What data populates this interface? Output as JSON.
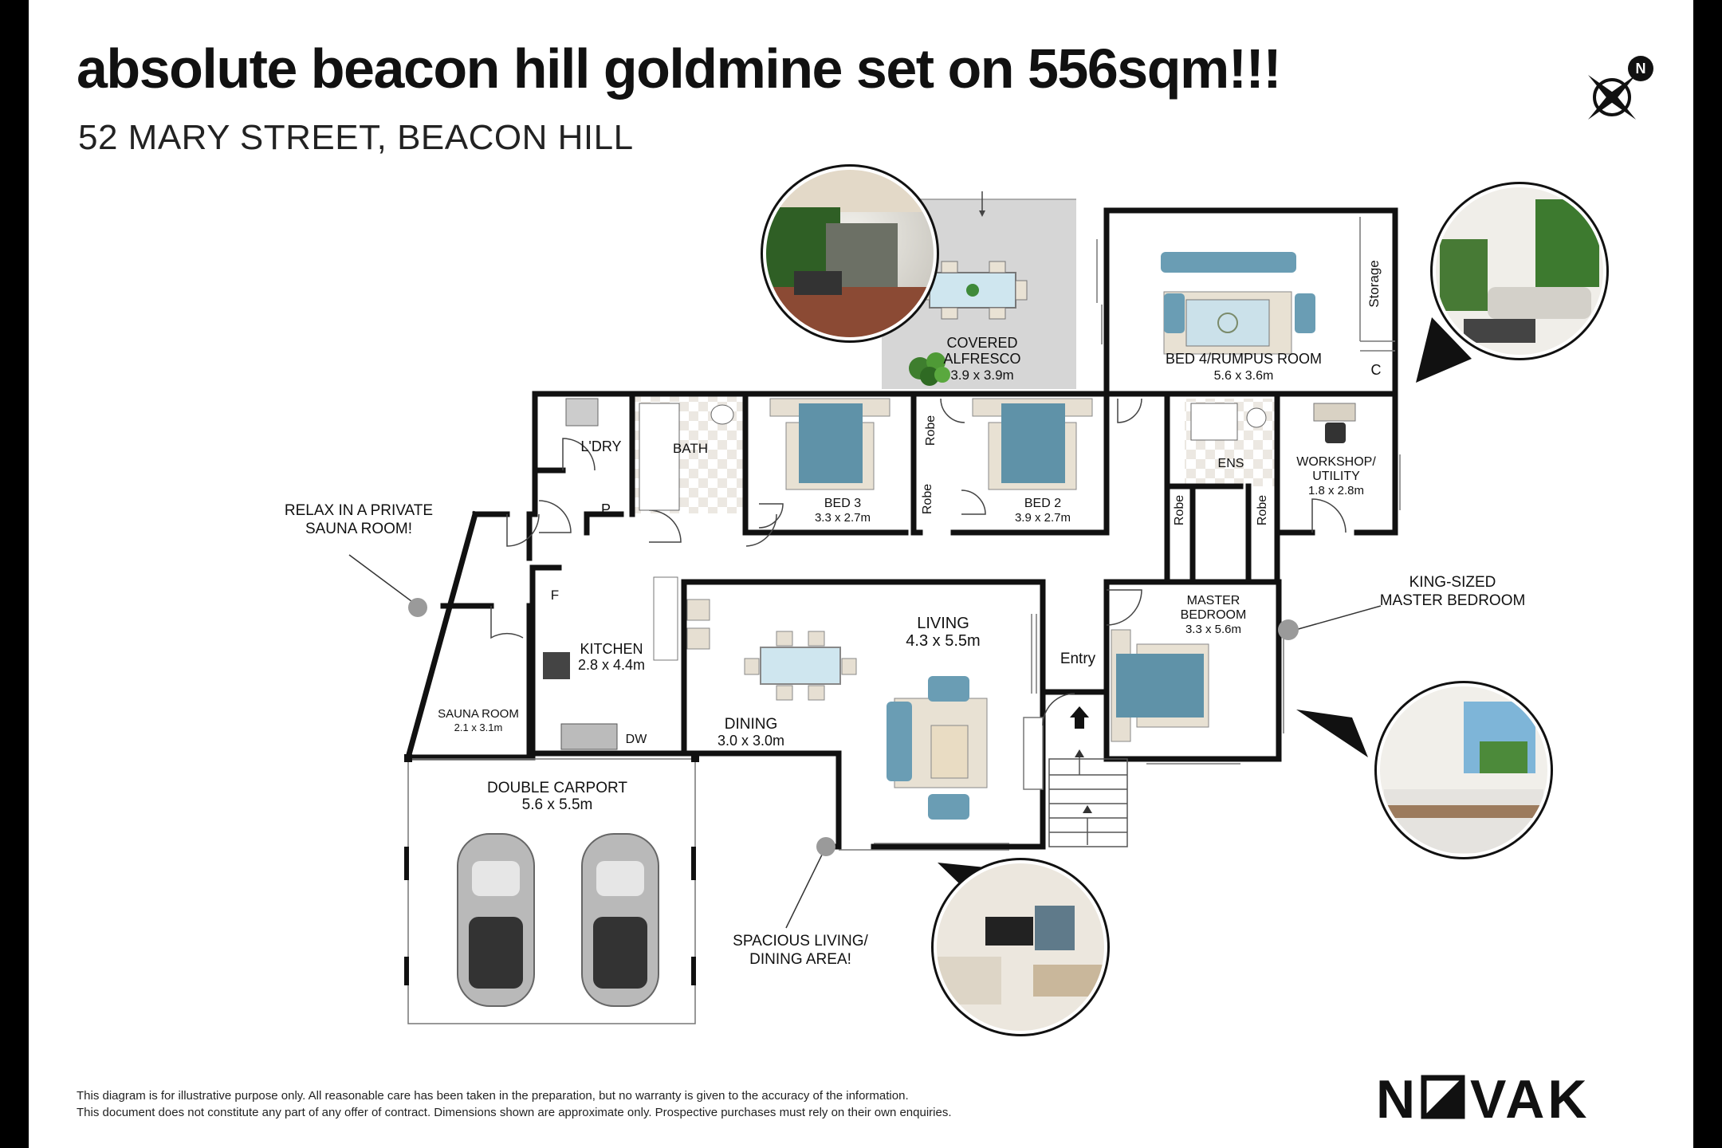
{
  "header": {
    "title": "absolute beacon hill goldmine set on 556sqm!!!",
    "address": "52 MARY STREET, BEACON HILL"
  },
  "compass": {
    "label": "N"
  },
  "rooms": [
    {
      "key": "alfresco",
      "name": "COVERED\nALFRESCO",
      "size": "3.9 x 3.9m"
    },
    {
      "key": "bed4",
      "name": "BED 4/RUMPUS ROOM",
      "size": "5.6 x 3.6m"
    },
    {
      "key": "storage",
      "name": "Storage"
    },
    {
      "key": "cupboard",
      "name": "C"
    },
    {
      "key": "laundry",
      "name": "L'DRY"
    },
    {
      "key": "bath",
      "name": "BATH"
    },
    {
      "key": "bed3",
      "name": "BED 3",
      "size": "3.3 x 2.7m"
    },
    {
      "key": "bed2",
      "name": "BED 2",
      "size": "3.9 x 2.7m"
    },
    {
      "key": "robe1",
      "name": "Robe"
    },
    {
      "key": "robe2",
      "name": "Robe"
    },
    {
      "key": "robe3",
      "name": "Robe"
    },
    {
      "key": "robe4",
      "name": "Robe"
    },
    {
      "key": "pantry",
      "name": "P"
    },
    {
      "key": "ensuite",
      "name": "ENS"
    },
    {
      "key": "workshop",
      "name": "WORKSHOP/\nUTILITY",
      "size": "1.8 x 2.8m"
    },
    {
      "key": "fridge",
      "name": "F"
    },
    {
      "key": "kitchen",
      "name": "KITCHEN",
      "size": "2.8 x 4.4m"
    },
    {
      "key": "dw",
      "name": "DW"
    },
    {
      "key": "living",
      "name": "LIVING",
      "size": "4.3 x 5.5m"
    },
    {
      "key": "dining",
      "name": "DINING",
      "size": "3.0 x 3.0m"
    },
    {
      "key": "entry",
      "name": "Entry"
    },
    {
      "key": "master",
      "name": "MASTER\nBEDROOM",
      "size": "3.3 x 5.6m"
    },
    {
      "key": "sauna",
      "name": "SAUNA ROOM",
      "size": "2.1 x 3.1m"
    },
    {
      "key": "carport",
      "name": "DOUBLE CARPORT",
      "size": "5.6 x 5.5m"
    }
  ],
  "callouts": [
    {
      "key": "sauna",
      "text": "RELAX IN A PRIVATE\nSAUNA ROOM!"
    },
    {
      "key": "master",
      "text": "KING-SIZED\nMASTER BEDROOM"
    },
    {
      "key": "living",
      "text": "SPACIOUS LIVING/\nDINING AREA!"
    }
  ],
  "photos": [
    {
      "key": "alfresco-photo",
      "description": "covered alfresco"
    },
    {
      "key": "rumpus-photo",
      "description": "rumpus room"
    },
    {
      "key": "master-photo",
      "description": "master bedroom"
    },
    {
      "key": "living-photo",
      "description": "living area"
    }
  ],
  "disclaimer": [
    "This diagram is for illustrative purpose only. All reasonable care has been taken in the preparation, but no warranty is given to the accuracy of the information.",
    "This document does not constitute any part of any offer of contract. Dimensions shown are approximate only. Prospective purchases must rely on their own enquiries."
  ],
  "brand": {
    "name": "NOVAK",
    "left": "N",
    "right": "VAK"
  },
  "colors": {
    "wall": "#111111",
    "furniture": "#6a9db4",
    "alfresco": "#d4d4d4",
    "tile": "#e9e6e1"
  }
}
